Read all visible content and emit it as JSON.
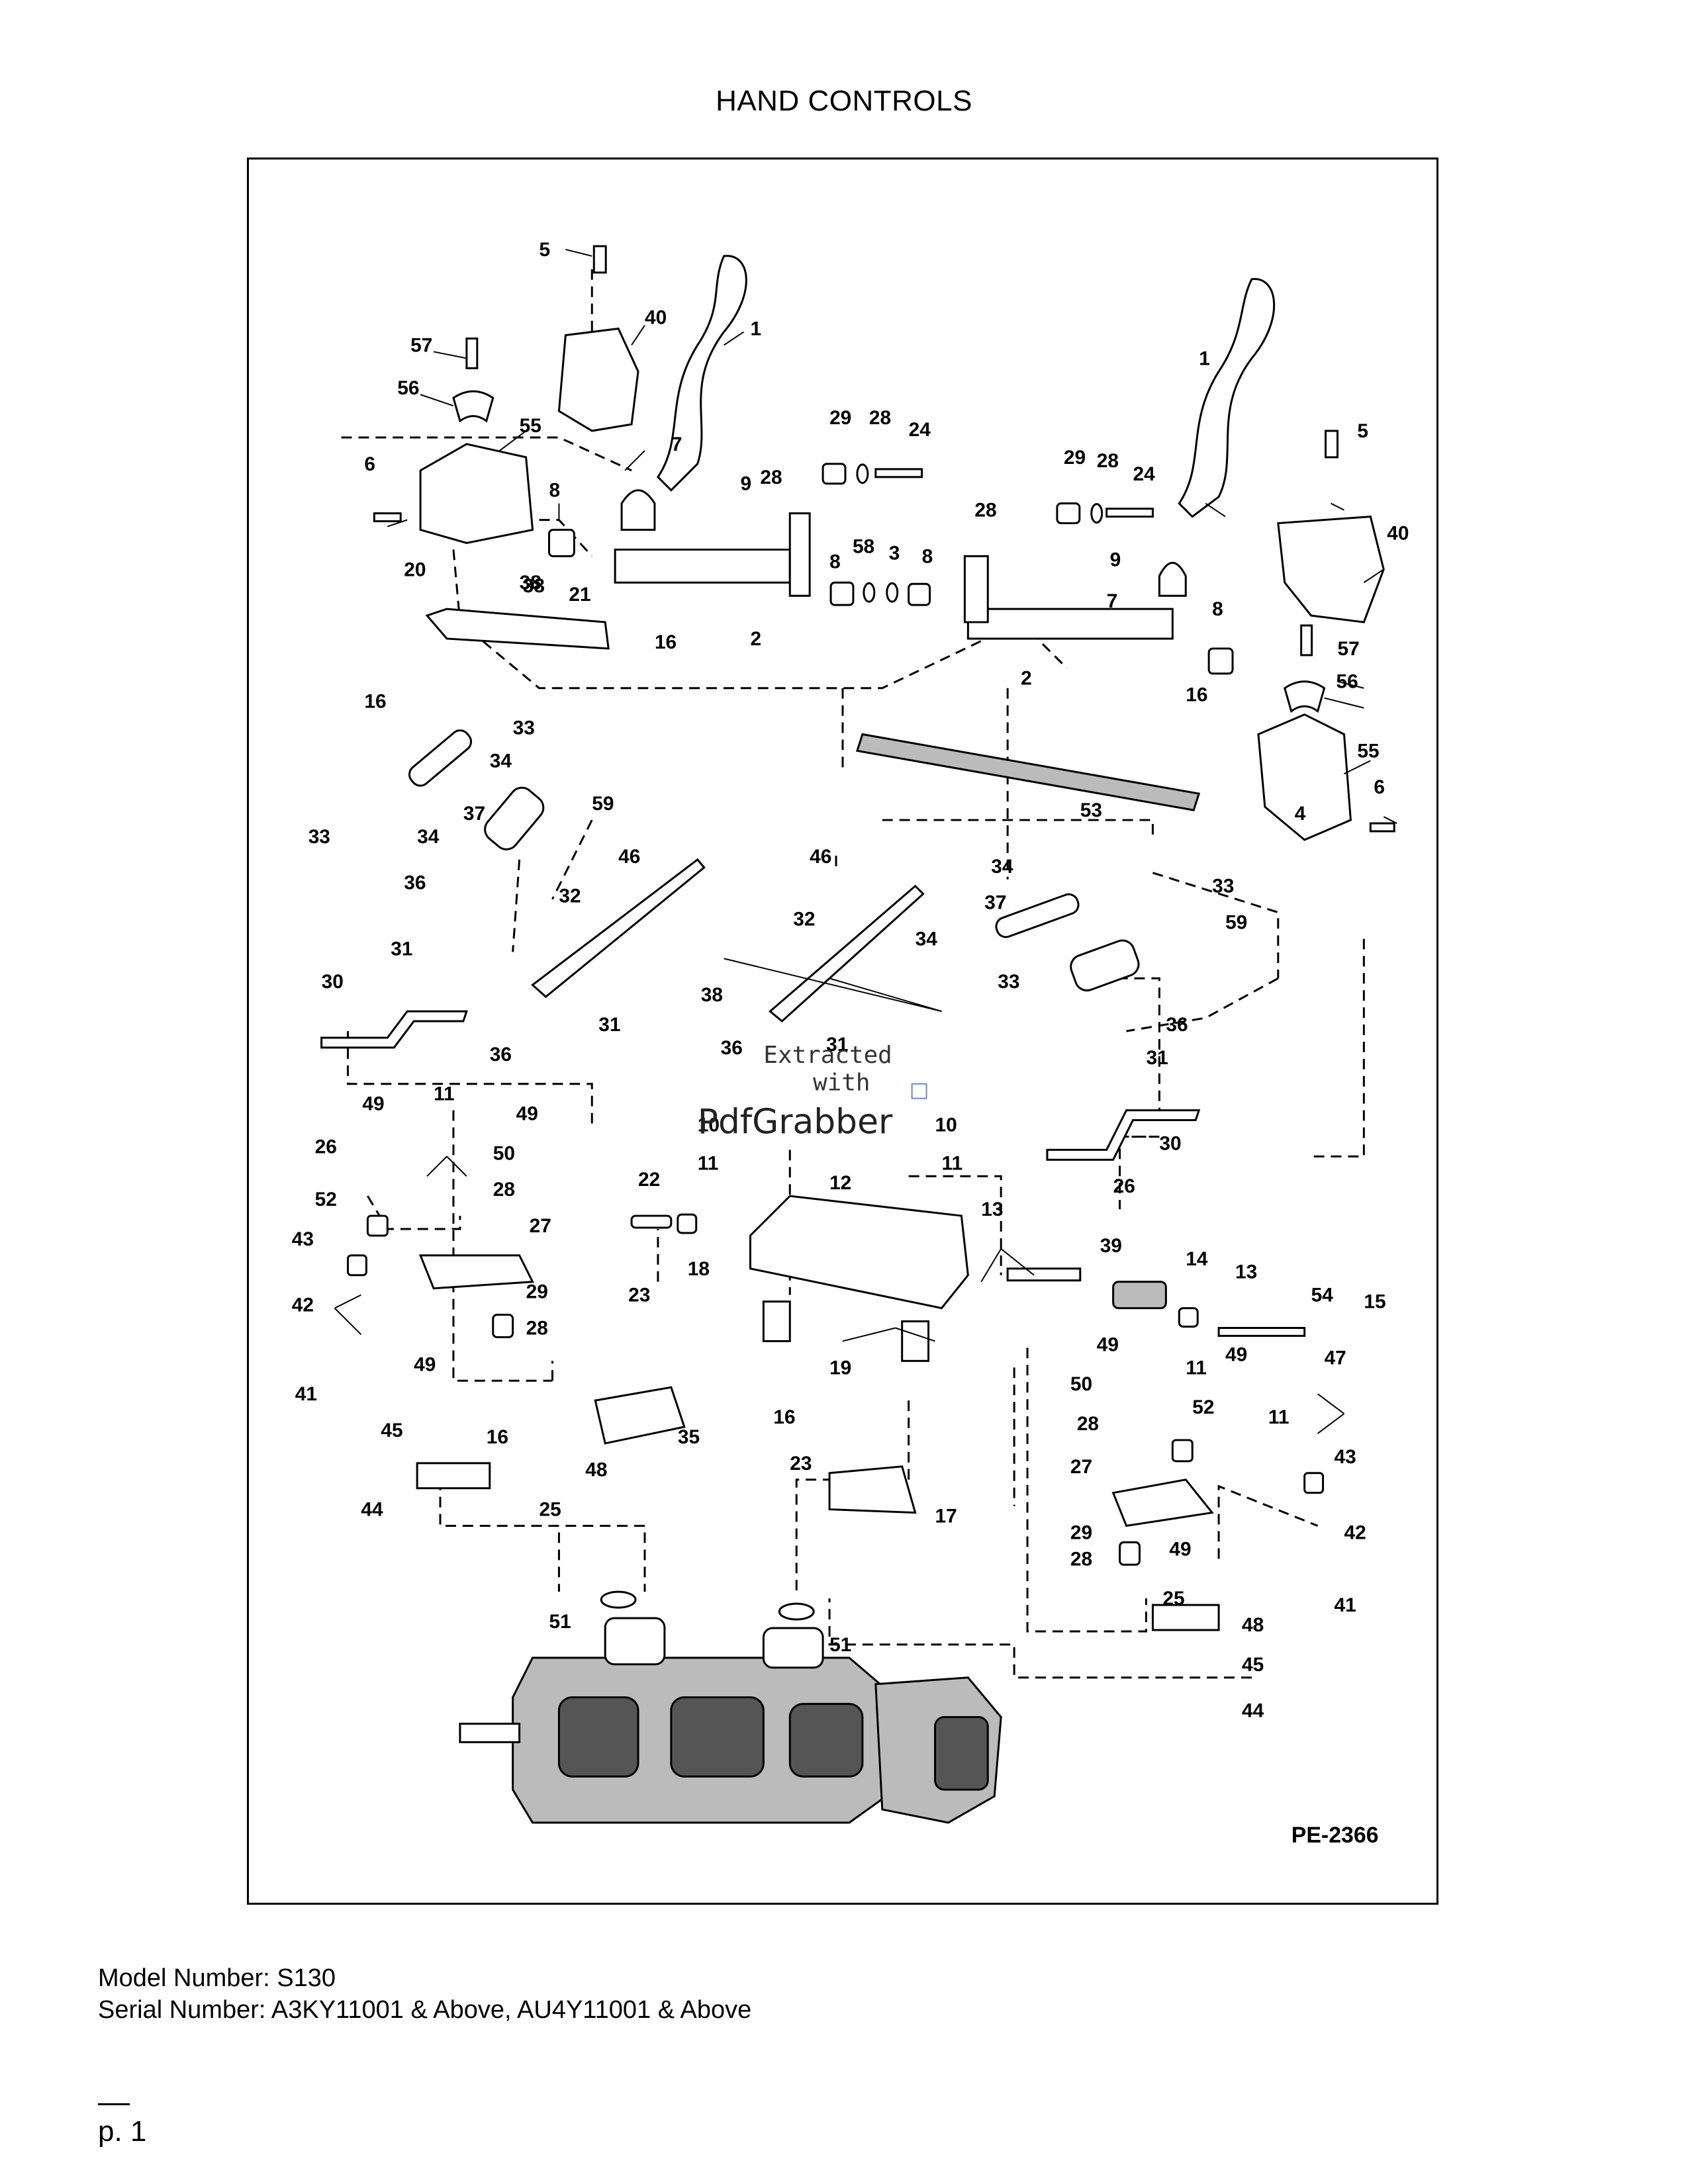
{
  "title": "HAND CONTROLS",
  "diagram": {
    "drawing_number": "PE-2366",
    "watermark": {
      "line1": "Extracted",
      "line2": "with",
      "brand": "PdfGrabber"
    }
  },
  "footer": {
    "model": "Model Number: S130",
    "serial": "Serial Number: A3KY11001 & Above, AU4Y11001 & Above"
  },
  "page": {
    "number": "p. 1"
  },
  "callouts": [
    "5",
    "40",
    "1",
    "57",
    "56",
    "55",
    "7",
    "6",
    "8",
    "9",
    "28",
    "29",
    "28",
    "24",
    "20",
    "38",
    "21",
    "16",
    "2",
    "8",
    "58",
    "3",
    "8",
    "28",
    "29",
    "28",
    "24",
    "1",
    "5",
    "40",
    "9",
    "7",
    "8",
    "2",
    "16",
    "57",
    "56",
    "55",
    "6",
    "38",
    "16",
    "33",
    "34",
    "37",
    "59",
    "34",
    "33",
    "4",
    "53",
    "46",
    "46",
    "32",
    "32",
    "34",
    "33",
    "37",
    "59",
    "34",
    "33",
    "36",
    "31",
    "30",
    "38",
    "31",
    "36",
    "36",
    "31",
    "36",
    "31",
    "30",
    "26",
    "26",
    "49",
    "11",
    "49",
    "50",
    "28",
    "27",
    "52",
    "43",
    "42",
    "41",
    "49",
    "29",
    "28",
    "10",
    "10",
    "11",
    "11",
    "22",
    "12",
    "18",
    "13",
    "39",
    "14",
    "13",
    "54",
    "15",
    "47",
    "23",
    "19",
    "16",
    "35",
    "16",
    "23",
    "17",
    "45",
    "48",
    "25",
    "44",
    "49",
    "50",
    "11",
    "52",
    "49",
    "11",
    "28",
    "27",
    "43",
    "42",
    "41",
    "29",
    "28",
    "49",
    "25",
    "48",
    "45",
    "44",
    "51",
    "51"
  ]
}
